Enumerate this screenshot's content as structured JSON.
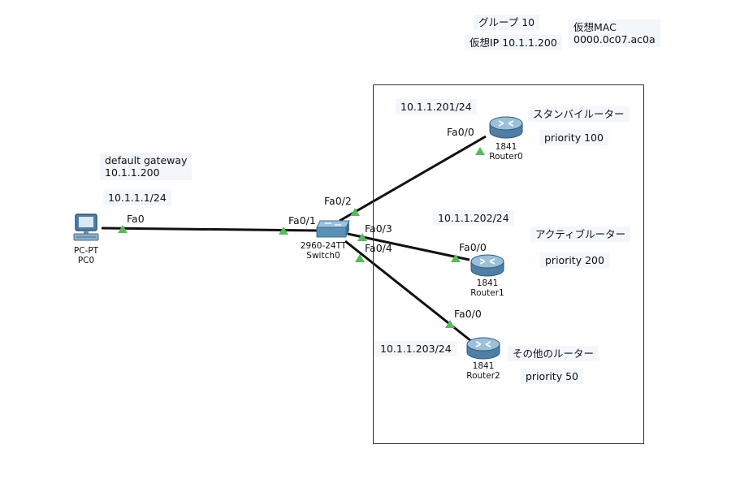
{
  "group": {
    "title": "グループ 10",
    "virtual_ip": "仮想IP 10.1.1.200",
    "virtual_mac_label": "仮想MAC",
    "virtual_mac_value": "0000.0c07.ac0a"
  },
  "pc": {
    "gateway_label": "default gateway",
    "gateway_ip": "10.1.1.200",
    "ip": "10.1.1.1/24",
    "type": "PC-PT",
    "name": "PC0",
    "port": "Fa0",
    "icon": "pc-icon"
  },
  "switch": {
    "model": "2960-24TT",
    "name": "Switch0",
    "ports": {
      "p1": "Fa0/1",
      "p2": "Fa0/2",
      "p3": "Fa0/3",
      "p4": "Fa0/4"
    },
    "icon": "switch-icon"
  },
  "routers": [
    {
      "name": "Router0",
      "model": "1841",
      "ip": "10.1.1.201/24",
      "role": "スタンバイルーター",
      "priority": "priority 100",
      "port": "Fa0/0"
    },
    {
      "name": "Router1",
      "model": "1841",
      "ip": "10.1.1.202/24",
      "role": "アクティブルーター",
      "priority": "priority 200",
      "port": "Fa0/0"
    },
    {
      "name": "Router2",
      "model": "1841",
      "ip": "10.1.1.203/24",
      "role": "その他のルーター",
      "priority": "priority 50",
      "port": "Fa0/0"
    }
  ],
  "colors": {
    "link": "#111111",
    "link_up": "#5cb85c",
    "device_blue": "#5b8fb5",
    "label_bg": "#f3f6fb"
  }
}
